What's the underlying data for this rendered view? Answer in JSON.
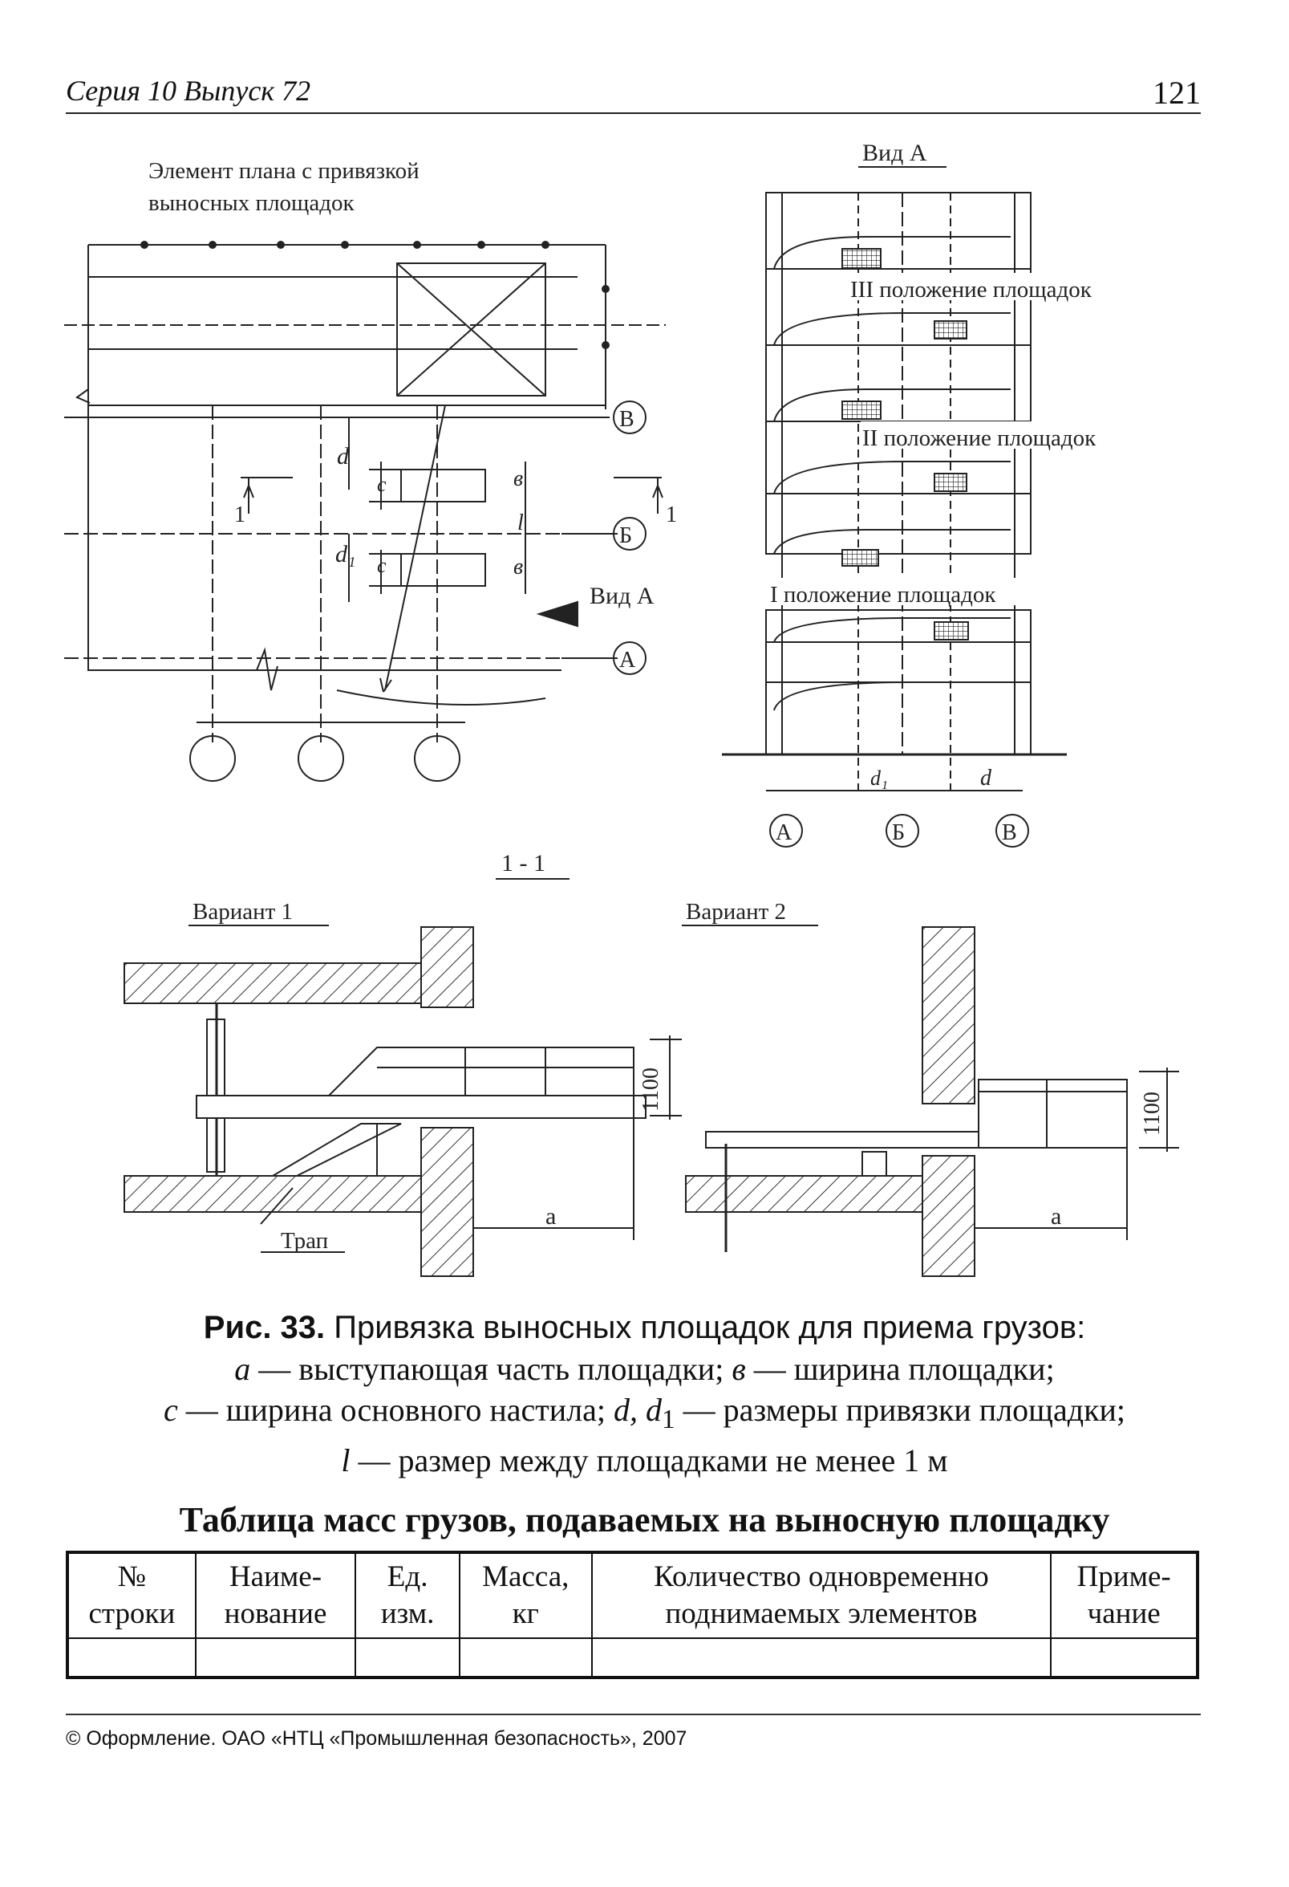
{
  "header": {
    "series": "Серия 10 Выпуск 72",
    "page_number": "121"
  },
  "figure": {
    "plan_title_line1": "Элемент плана с привязкой",
    "plan_title_line2": "выносных площадок",
    "view_a_title": "Вид А",
    "view_a_arrow_label": "Вид А",
    "axis_v": "В",
    "axis_b": "Б",
    "axis_a": "А",
    "position_3": "III положение площадок",
    "position_2": "II положение площадок",
    "position_1": "I положение площадок",
    "dim_d": "d",
    "dim_d1": "d₁",
    "dim_c": "с",
    "dim_v": "в",
    "dim_l": "l",
    "section_mark": "1",
    "section_title": "1 - 1",
    "variant1": "Вариант 1",
    "variant2": "Вариант 2",
    "height_1100": "1100",
    "dim_a": "а",
    "ramp": "Трап"
  },
  "caption": {
    "fig_label": "Рис. 33.",
    "line1": " Привязка выносных площадок для приема грузов:",
    "a_sym": "а",
    "a_text": " — выступающая часть площадки; ",
    "v_sym": "в",
    "v_text": " — ширина площадки;",
    "c_sym": "с",
    "c_text": " — ширина основного настила; ",
    "d_syms": "d, d",
    "d_sub": "1",
    "d_text": " — размеры привязки площадки;",
    "l_sym": "l",
    "l_text": " — размер между площадками не менее 1 м"
  },
  "table": {
    "title": "Таблица масс грузов, подаваемых на выносную площадку",
    "headers": [
      [
        "№",
        "строки"
      ],
      [
        "Наиме-",
        "нование"
      ],
      [
        "Ед.",
        "изм."
      ],
      [
        "Масса,",
        "кг"
      ],
      [
        "Количество одновременно",
        "поднимаемых элементов"
      ],
      [
        "Приме-",
        "чание"
      ]
    ]
  },
  "footer": {
    "copyright": "© Оформление. ОАО «НТЦ «Промышленная безопасность», 2007"
  }
}
